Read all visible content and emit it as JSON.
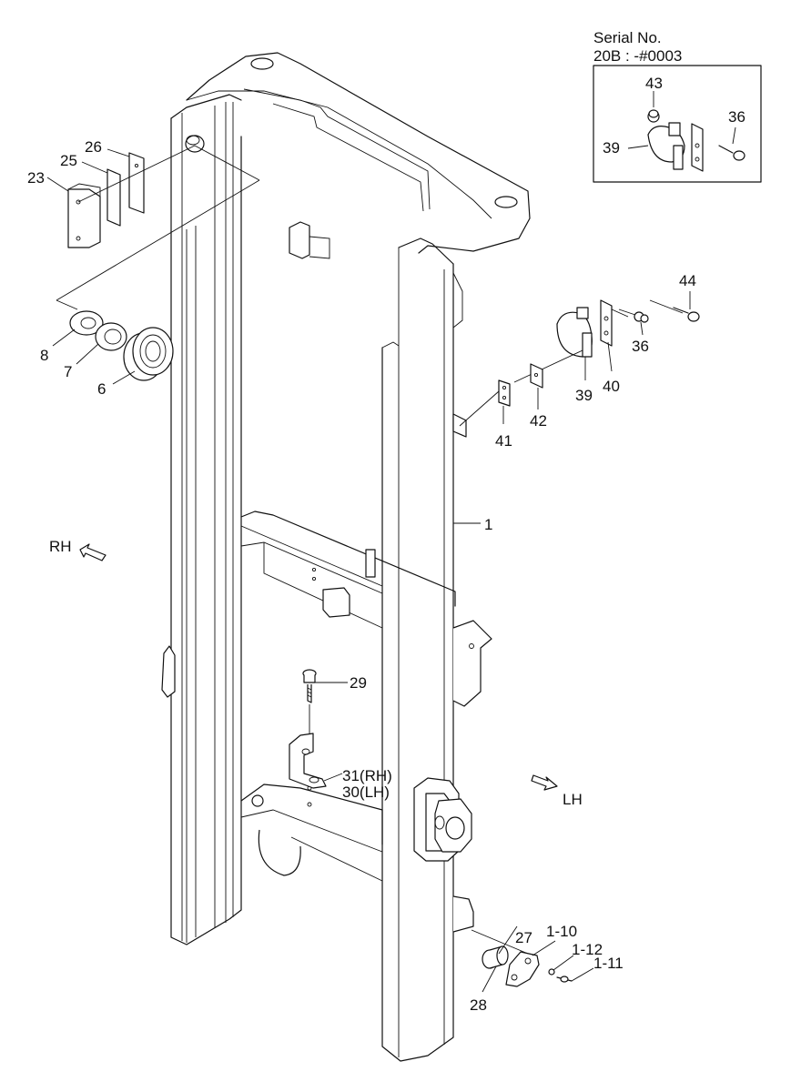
{
  "inset": {
    "serial_label": "Serial No.",
    "serial_range": "20B : -#0003",
    "labels": {
      "p43": "43",
      "p36": "36",
      "p39": "39"
    }
  },
  "labels": {
    "p1": "1",
    "p6": "6",
    "p7": "7",
    "p8": "8",
    "p23": "23",
    "p25": "25",
    "p26": "26",
    "p27": "27",
    "p28": "28",
    "p29": "29",
    "p30": "30(LH)",
    "p31": "31(RH)",
    "p36": "36",
    "p39": "39",
    "p40": "40",
    "p41": "41",
    "p42": "42",
    "p44": "44",
    "p1_10": "1-10",
    "p1_11": "1-11",
    "p1_12": "1-12"
  },
  "directions": {
    "rh": "RH",
    "lh": "LH"
  }
}
